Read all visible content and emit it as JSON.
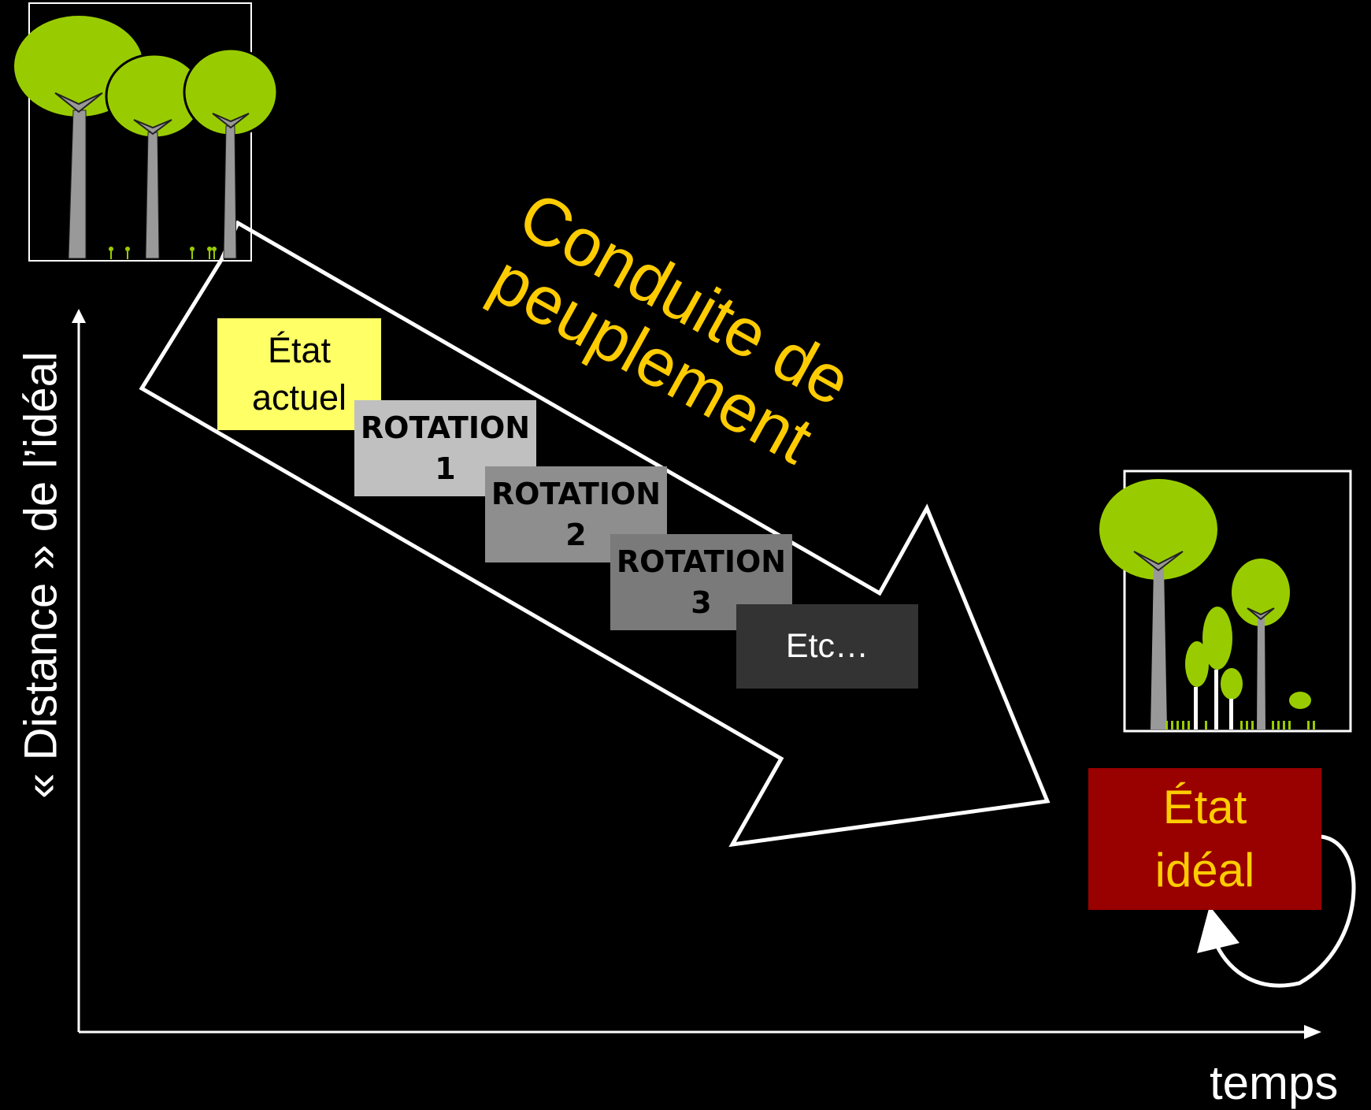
{
  "diagram": {
    "y_axis_label": "« Distance » de l’idéal",
    "x_axis_label": "temps",
    "arrow_title_line1": "Conduite de",
    "arrow_title_line2": "peuplement",
    "start_state_line1": "État",
    "start_state_line2": "actuel",
    "steps": [
      {
        "line1": "ROTATION",
        "line2": "1"
      },
      {
        "line1": "ROTATION",
        "line2": "2"
      },
      {
        "line1": "ROTATION",
        "line2": "3"
      }
    ],
    "etc_label": "Etc…",
    "ideal_state_line1": "État",
    "ideal_state_line2": "idéal"
  },
  "colors": {
    "background": "#000000",
    "tree_canopy": "#99cc00",
    "tree_trunk": "#999999",
    "start_state": "#ffff66",
    "ideal_state": "#990000",
    "title_text": "#ffcc00",
    "ideal_text": "#ffcc00"
  },
  "icons": [
    "even-aged-forest-icon",
    "uneven-aged-forest-icon",
    "loop-arrow-icon"
  ]
}
